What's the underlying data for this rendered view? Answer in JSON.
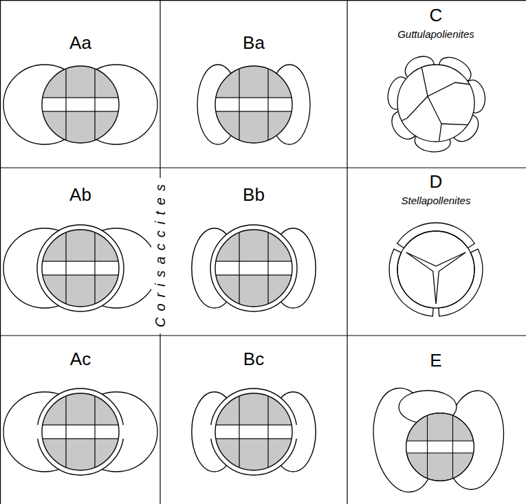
{
  "diagram": {
    "labels": [
      "Aa",
      "Ba",
      "C",
      "Guttulapolienites",
      "Ab",
      "Bb",
      "D",
      "Stellapollenites",
      "Ac",
      "Bc",
      "E",
      "Corisaccites"
    ]
  }
}
